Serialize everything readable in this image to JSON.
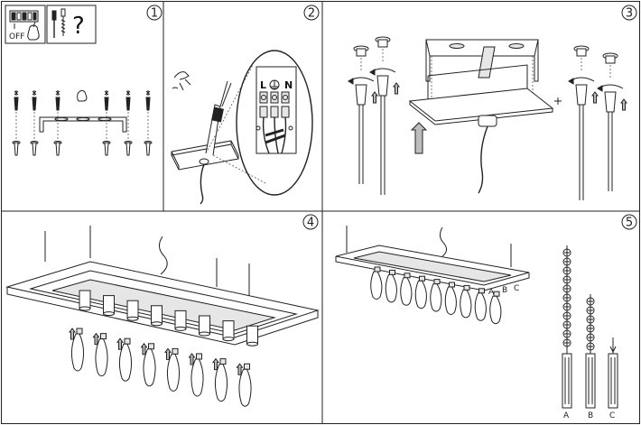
{
  "steps": [
    {
      "number": "1"
    },
    {
      "number": "2"
    },
    {
      "number": "3"
    },
    {
      "number": "4"
    },
    {
      "number": "5"
    }
  ],
  "step1": {
    "switch_label": "OFF",
    "help_symbol": "?"
  },
  "step2": {
    "terminals": [
      "L",
      "N"
    ]
  },
  "step5": {
    "rods": [
      "A",
      "B",
      "C"
    ]
  },
  "icons": [
    "power-switch-icon",
    "hand-icon",
    "screwdriver-icon",
    "question-icon",
    "ground-icon",
    "rotate-arrow-icon",
    "up-arrow-icon"
  ]
}
